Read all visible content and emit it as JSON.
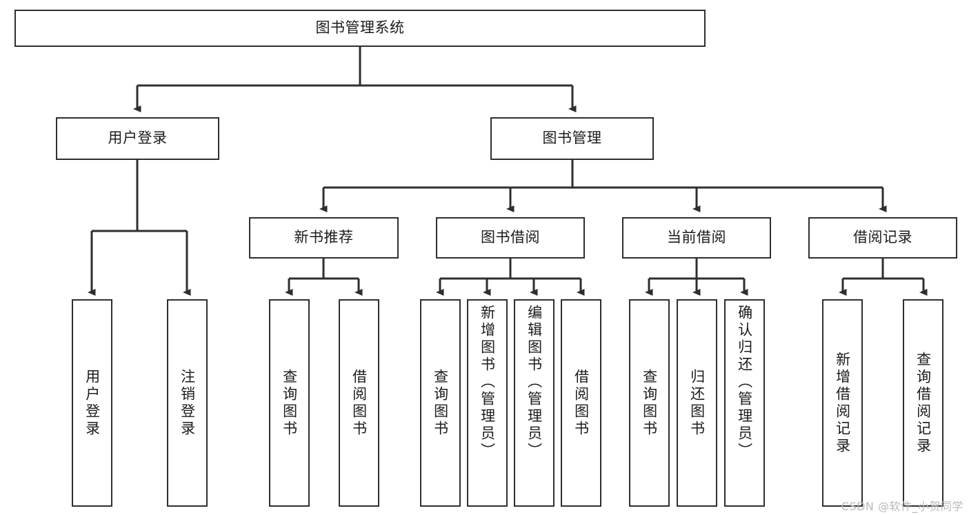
{
  "diagram": {
    "title": "图书管理系统",
    "type": "tree-hierarchy",
    "root": {
      "label": "图书管理系统"
    },
    "level2": [
      {
        "label": "用户登录"
      },
      {
        "label": "图书管理"
      }
    ],
    "level3": [
      {
        "label": "新书推荐"
      },
      {
        "label": "图书借阅"
      },
      {
        "label": "当前借阅"
      },
      {
        "label": "借阅记录"
      }
    ],
    "leaves": {
      "user_login": [
        {
          "label": "用户登录"
        },
        {
          "label": "注销登录"
        }
      ],
      "new_book_recommend": [
        {
          "label": "查询图书"
        },
        {
          "label": "借阅图书"
        }
      ],
      "book_borrow": [
        {
          "label": "查询图书"
        },
        {
          "label": "新增图书（管理员）"
        },
        {
          "label": "编辑图书（管理员）"
        },
        {
          "label": "借阅图书"
        }
      ],
      "current_borrow": [
        {
          "label": "查询图书"
        },
        {
          "label": "归还图书"
        },
        {
          "label": "确认归还（管理员）"
        }
      ],
      "borrow_record": [
        {
          "label": "新增借阅记录"
        },
        {
          "label": "查询借阅记录"
        }
      ]
    }
  },
  "watermark": {
    "text": "CSDN @软件_小贺同学"
  },
  "colors": {
    "stroke": "#2e2e2e",
    "fill": "#ffffff",
    "text": "#1b1b1b",
    "watermark": "#b9b9b9"
  }
}
